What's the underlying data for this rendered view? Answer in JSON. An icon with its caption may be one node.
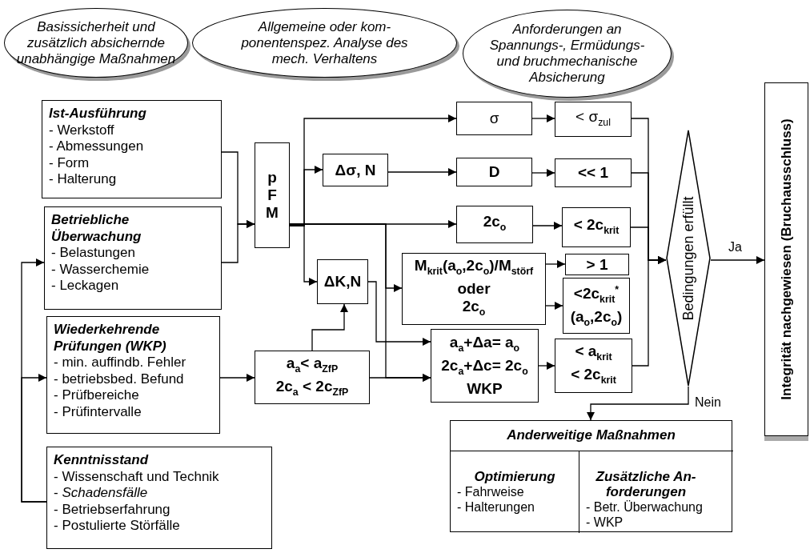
{
  "diagram": {
    "nodes": [
      {
        "text": [
          "Basissicherheit und zusätzlich absichernde unabhängige Maßnahmen"
        ]
      },
      {
        "text": [
          "Allgemeine oder kom- ponentenspez. Analyse des mech. Verhaltens"
        ]
      },
      {
        "text": [
          "Anforderungen an Spannungs-, Ermüdungs- und bruchmechanische Absicherung"
        ]
      },
      {
        "text": [
          "Ist-Ausführung",
          "- Werkstoff",
          "- Abmessungen",
          "- Form",
          "- Halterung"
        ]
      },
      {
        "text": [
          "Betriebliche Überwachung",
          "- Belastungen",
          "- Wasserchemie",
          "- Leckagen"
        ]
      },
      {
        "text": [
          "Wiederkehrende Prüfungen (WKP)",
          "- min. auffindb. Fehler",
          "- betriebsbed. Befund",
          "- Prüfbereiche",
          "- Prüfintervalle"
        ]
      },
      {
        "text": [
          "Kenntnisstand",
          "- Wissenschaft und Technik",
          "- *Schadensfälle*",
          "- Betriebserfahrung",
          "- Postulierte Störfälle"
        ]
      },
      {
        "text": [
          "p F M"
        ]
      },
      {
        "text": [
          "Δσ, N"
        ]
      },
      {
        "text": [
          "ΔK,N"
        ]
      },
      {
        "text": [
          "a$_{a}$< a$_{ZfP}$",
          "2c$_{a}$ < 2c$_{ZfP}$"
        ]
      },
      {
        "text": [
          "σ"
        ]
      },
      {
        "text": [
          "< σ$_{zul}$"
        ]
      },
      {
        "text": [
          "D"
        ]
      },
      {
        "text": [
          "<< 1"
        ]
      },
      {
        "text": [
          "2c$_{o}$"
        ]
      },
      {
        "text": [
          "< 2c$_{krit}$"
        ]
      },
      {
        "text": [
          "M$_{krit}$(a$_{o}$,2c$_{o}$)/M$_{störf}$",
          "oder",
          "2c$_{o}$"
        ]
      },
      {
        "text": [
          "> 1"
        ]
      },
      {
        "text": [
          "<2c$_{krit}$$^{*}$",
          "(a$_{o}$,2c$_{o}$)"
        ]
      },
      {
        "text": [
          "a$_{a}$+Δa= a$_{o}$",
          "2c$_{a}$+Δc= 2c$_{o}$",
          "WKP"
        ]
      },
      {
        "text": [
          "< a$_{krit}$",
          "< 2c$_{krit}$"
        ]
      },
      {
        "text": [
          "Bedingungen erfüllt"
        ]
      },
      {
        "text": [
          "Integrität nachgewiesen (Bruchausschluss)"
        ]
      },
      {
        "text": [
          "Anderweitige Maßnahmen"
        ]
      },
      {
        "text": [
          "Optimierung",
          "- Fahrweise",
          "- Halterungen"
        ],
        "in": 24
      },
      {
        "text": [
          "Zusätzliche An- forderungen",
          "- Betr. Überwachung",
          "- WKP"
        ],
        "in": 24
      }
    ],
    "edges": [
      {
        "from": 3,
        "to": 7,
        "arrow": "to"
      },
      {
        "from": 4,
        "to": 7,
        "arrow": "to"
      },
      {
        "from": 6,
        "to": 4,
        "arrow": "to"
      },
      {
        "from": 6,
        "to": 5,
        "arrow": "to"
      },
      {
        "from": 5,
        "to": 10,
        "arrow": "to"
      },
      {
        "from": 7,
        "to": 11,
        "arrow": "to"
      },
      {
        "from": 7,
        "to": 8,
        "arrow": "to"
      },
      {
        "from": 7,
        "to": 15,
        "arrow": "to"
      },
      {
        "from": 7,
        "to": 9,
        "arrow": "to"
      },
      {
        "from": 7,
        "to": 17,
        "arrow": "to"
      },
      {
        "from": 7,
        "to": 20,
        "arrow": "to"
      },
      {
        "from": 9,
        "to": 20,
        "arrow": "to"
      },
      {
        "from": 10,
        "to": 20,
        "arrow": "to"
      },
      {
        "from": 10,
        "to": 9,
        "arrow": "to"
      },
      {
        "from": 8,
        "to": 13,
        "arrow": "to"
      },
      {
        "from": 11,
        "to": 12,
        "arrow": "to"
      },
      {
        "from": 13,
        "to": 14,
        "arrow": "to"
      },
      {
        "from": 15,
        "to": 16,
        "arrow": "to"
      },
      {
        "from": 17,
        "to": 18,
        "arrow": "to"
      },
      {
        "from": 17,
        "to": 19,
        "arrow": "to"
      },
      {
        "from": 20,
        "to": 21,
        "arrow": "to"
      },
      {
        "from": 12,
        "to": 22,
        "arrow": "to"
      },
      {
        "from": 14,
        "to": 22,
        "arrow": "to"
      },
      {
        "from": 16,
        "to": 22,
        "arrow": "to"
      },
      {
        "from": 21,
        "to": 22,
        "arrow": "to"
      },
      {
        "from": 22,
        "to": 23,
        "arrow": "to",
        "label": "Ja"
      },
      {
        "from": 22,
        "to": 24,
        "arrow": "to",
        "label": "Nein"
      }
    ]
  }
}
